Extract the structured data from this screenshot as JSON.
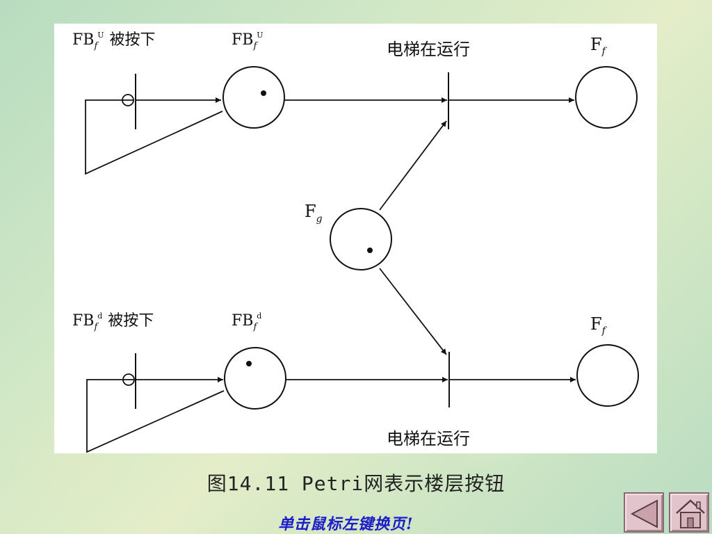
{
  "diagram": {
    "top_input_label": "FB",
    "top_input_sub": "f",
    "top_input_sup": "U",
    "top_input_suffix": "被按下",
    "top_place_label": "FB",
    "top_place_sub": "f",
    "top_place_sup": "U",
    "top_transition_label": "电梯在运行",
    "top_output_label": "F",
    "top_output_sub": "f",
    "middle_place_label": "F",
    "middle_place_sub": "g",
    "bottom_input_label": "FB",
    "bottom_input_sub": "f",
    "bottom_input_sup": "d",
    "bottom_input_suffix": "被按下",
    "bottom_place_label": "FB",
    "bottom_place_sub": "f",
    "bottom_place_sup": "d",
    "bottom_output_label": "F",
    "bottom_output_sub": "f",
    "bottom_transition_label": "电梯在运行"
  },
  "caption": "图14.11   Petri网表示楼层按钮",
  "hint": "单击鼠标左键换页!",
  "nav": {
    "prev_icon": "triangle-left-icon",
    "home_icon": "house-icon"
  },
  "colors": {
    "button_bg": "#e2c4cc",
    "hint_text": "#1c1cc8"
  }
}
